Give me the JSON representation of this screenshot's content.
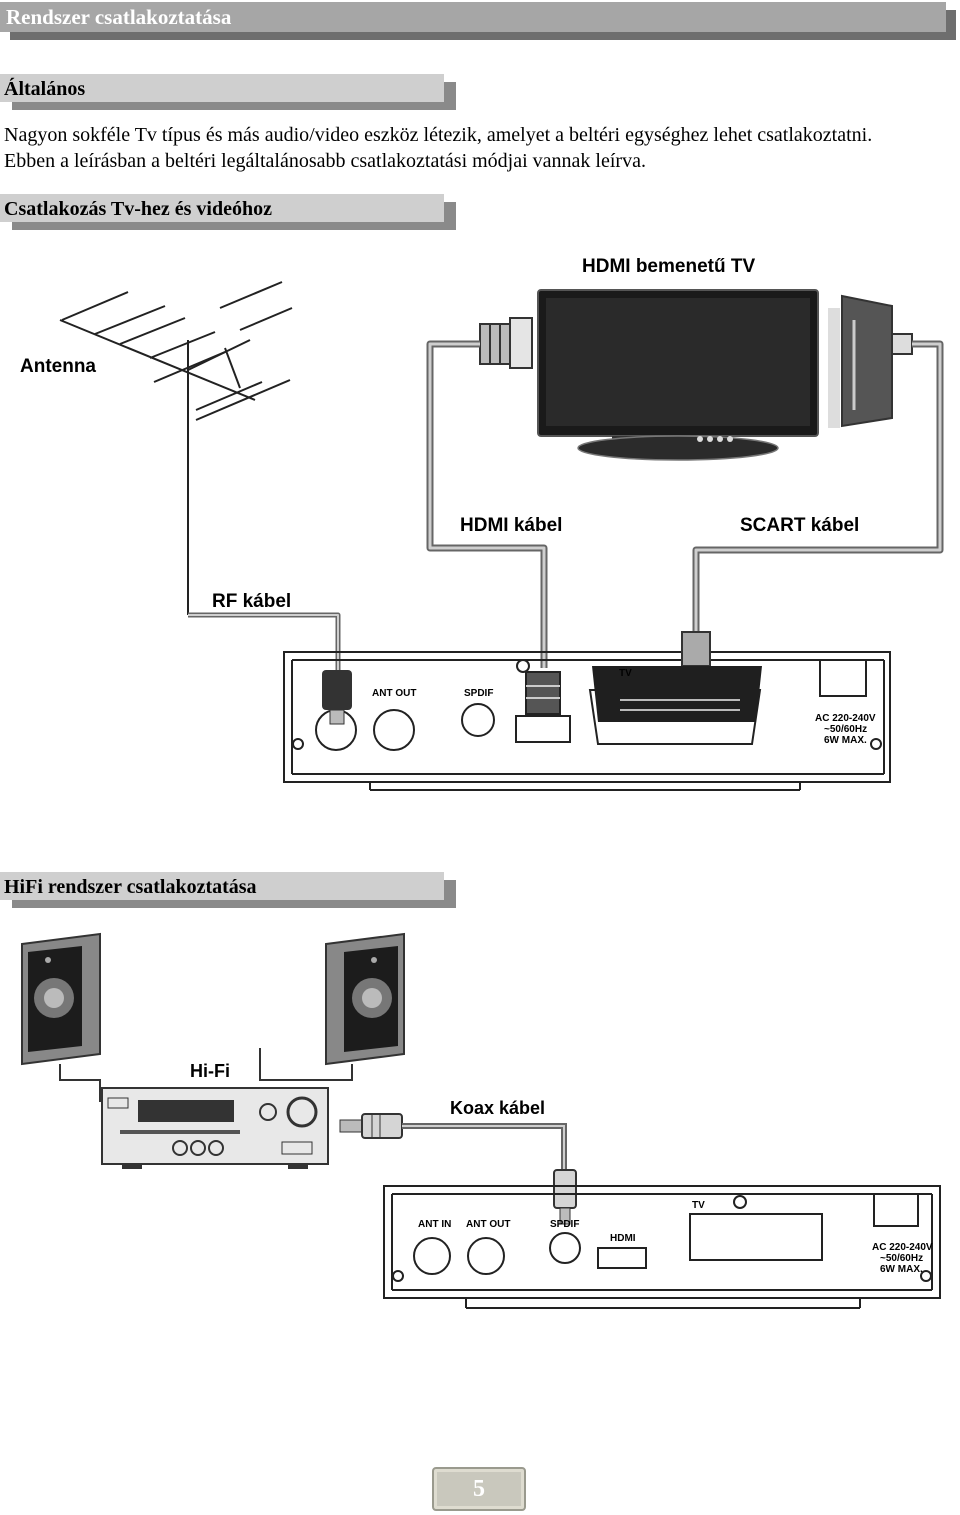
{
  "page_title": "Rendszer csatlakoztatása",
  "section_general": {
    "heading": "Általános",
    "line1": "Nagyon sokféle Tv típus és más audio/video eszköz létezik, amelyet a beltéri egységhez lehet csatlakoztatni.",
    "line2": "Ebben a leírásban a beltéri legáltalánosabb csatlakoztatási módjai vannak leírva."
  },
  "section_tv": {
    "heading": "Csatlakozás Tv-hez és videóhoz",
    "labels": {
      "tv": "HDMI bemenetű TV",
      "antenna": "Antenna",
      "hdmi_cable": "HDMI kábel",
      "scart_cable": "SCART kábel",
      "rf_cable": "RF kábel",
      "ant_out": "ANT OUT",
      "spdif": "SPDIF",
      "tv_port": "TV",
      "power_1": "AC 220-240V",
      "power_2": "~50/60Hz",
      "power_3": "6W MAX."
    }
  },
  "section_hifi": {
    "heading": "HiFi rendszer csatlakoztatása",
    "labels": {
      "hifi": "Hi-Fi",
      "coax_cable": "Koax kábel",
      "ant_in": "ANT IN",
      "ant_out": "ANT OUT",
      "spdif": "SPDIF",
      "hdmi": "HDMI",
      "tv_port": "TV",
      "power_1": "AC 220-240V",
      "power_2": "~50/60Hz",
      "power_3": "6W MAX."
    }
  },
  "page_number": "5"
}
